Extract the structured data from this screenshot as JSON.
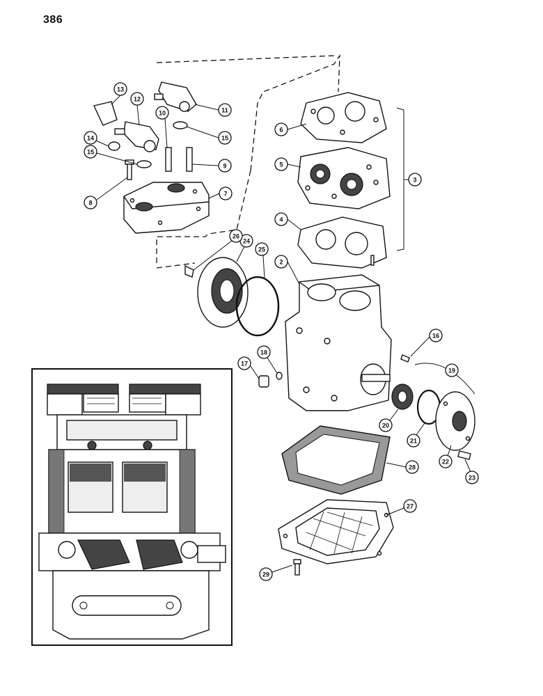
{
  "page": {
    "number": "386"
  },
  "callouts": [
    {
      "id": "c2",
      "label": "2"
    },
    {
      "id": "c3",
      "label": "3"
    },
    {
      "id": "c4",
      "label": "4"
    },
    {
      "id": "c5",
      "label": "5"
    },
    {
      "id": "c6",
      "label": "6"
    },
    {
      "id": "c7",
      "label": "7"
    },
    {
      "id": "c8",
      "label": "8"
    },
    {
      "id": "c9",
      "label": "9"
    },
    {
      "id": "c10",
      "label": "10"
    },
    {
      "id": "c11",
      "label": "11"
    },
    {
      "id": "c12",
      "label": "12"
    },
    {
      "id": "c13",
      "label": "13"
    },
    {
      "id": "c14",
      "label": "14"
    },
    {
      "id": "c15a",
      "label": "15"
    },
    {
      "id": "c15b",
      "label": "15"
    },
    {
      "id": "c16",
      "label": "16"
    },
    {
      "id": "c17",
      "label": "17"
    },
    {
      "id": "c18",
      "label": "18"
    },
    {
      "id": "c19",
      "label": "19"
    },
    {
      "id": "c20",
      "label": "20"
    },
    {
      "id": "c21",
      "label": "21"
    },
    {
      "id": "c22",
      "label": "22"
    },
    {
      "id": "c23",
      "label": "23"
    },
    {
      "id": "c24",
      "label": "24"
    },
    {
      "id": "c25",
      "label": "25"
    },
    {
      "id": "c26",
      "label": "26"
    },
    {
      "id": "c27",
      "label": "27"
    },
    {
      "id": "c28",
      "label": "28"
    },
    {
      "id": "c29",
      "label": "29"
    }
  ]
}
